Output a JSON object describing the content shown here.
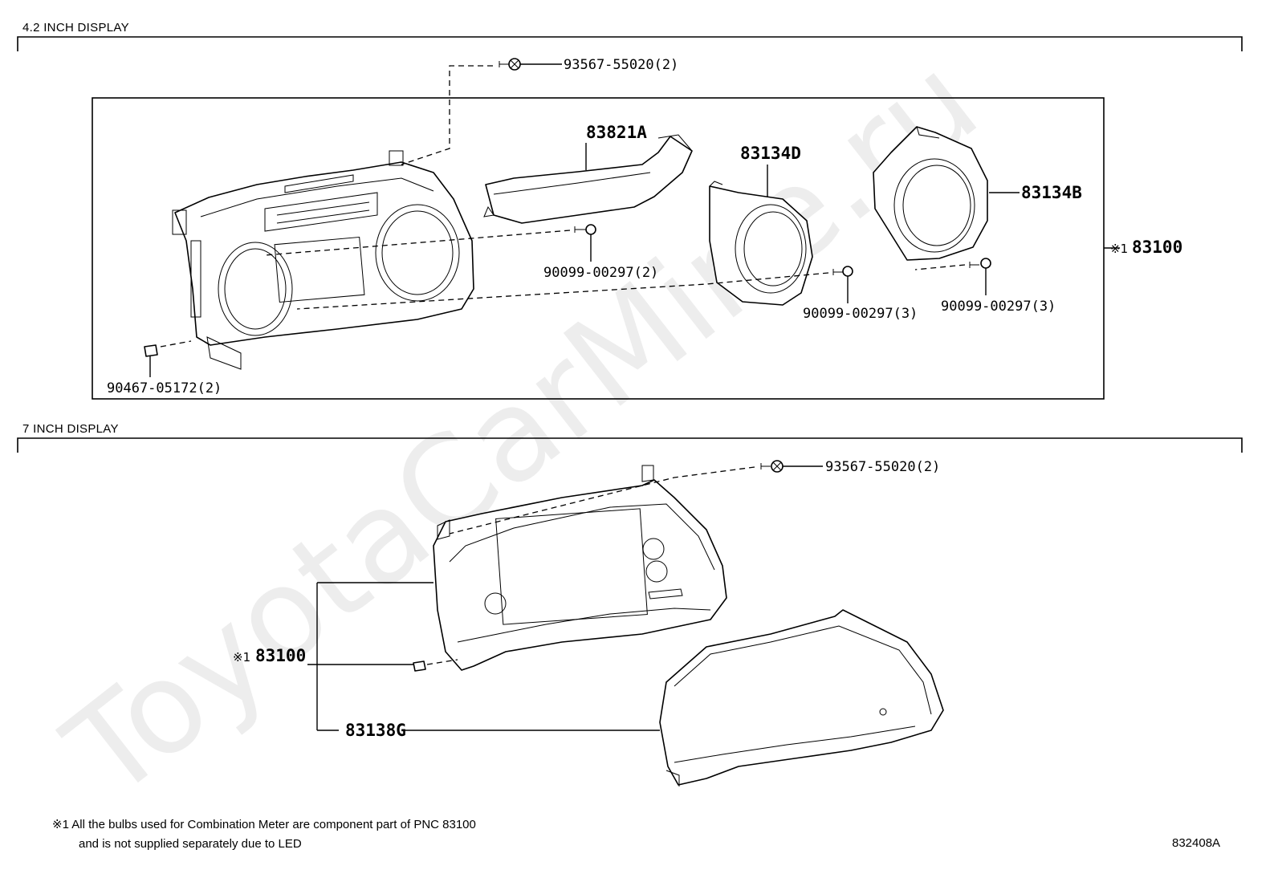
{
  "sections": {
    "top_title": "4.2 INCH DISPLAY",
    "bottom_title": "7 INCH DISPLAY"
  },
  "watermark": "ToyotaCarMine.ru",
  "top_parts": {
    "screw_top": "93567-55020(2)",
    "bezel_center": "83821A",
    "ring_left": "83134D",
    "ring_right": "83134B",
    "screw_bezel": "90099-00297(2)",
    "screw_ring_left": "90099-00297(3)",
    "screw_ring_right": "90099-00297(3)",
    "clip": "90467-05172(2)",
    "meter_mark": "※1",
    "meter": "83100"
  },
  "bottom_parts": {
    "screw_top": "93567-55020(2)",
    "meter_mark": "※1",
    "meter": "83100",
    "lens": "83138G"
  },
  "footnote": {
    "line1": "※1 All the bulbs used for Combination Meter are component part of PNC 83100",
    "line2": "and is not supplied separately due to LED"
  },
  "figure_code": "832408A"
}
